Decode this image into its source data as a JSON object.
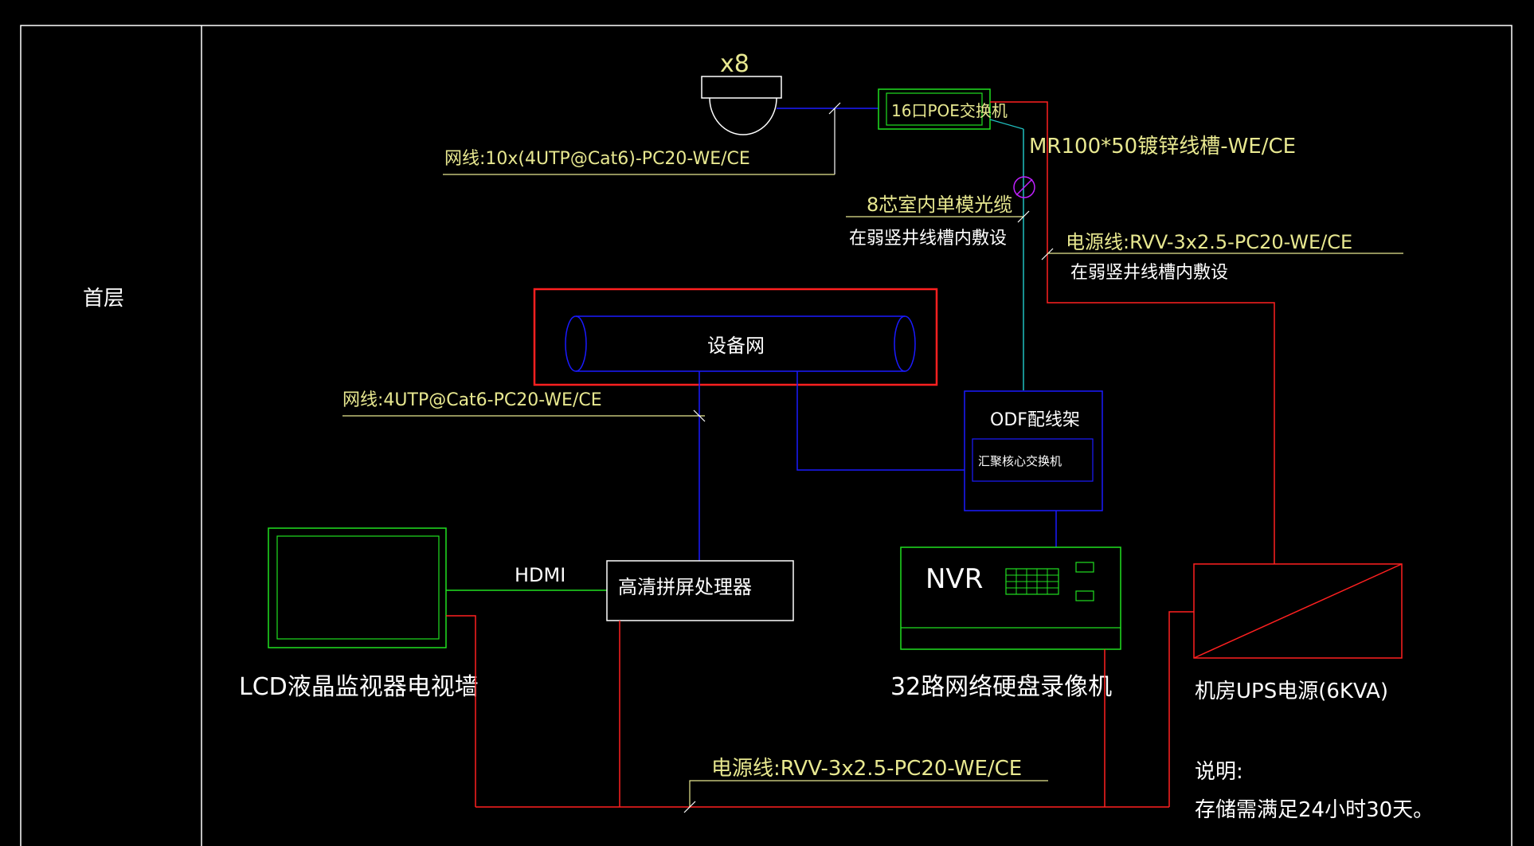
{
  "colors": {
    "background": "#000000",
    "frame": "#ffffff",
    "blue": "#1a1aff",
    "red": "#ff2020",
    "green": "#20e020",
    "cyan": "#20c0c0",
    "yellow": "#e8e890",
    "white": "#ffffff",
    "magenta": "#c020ff"
  },
  "floor_label": "首层",
  "camera": {
    "count": "x8",
    "icon": "dome-camera-icon"
  },
  "poe_switch": {
    "label": "16口POE交换机"
  },
  "cables": {
    "camera_network": "网线:10x(4UTP@Cat6)-PC20-WE/CE",
    "tray": "MR100*50镀锌线槽-WE/CE",
    "fiber": "8芯室内单模光缆",
    "fiber_note": "在弱竖井线槽内敷设",
    "power_top": "电源线:RVV-3x2.5-PC20-WE/CE",
    "power_top_note": "在弱竖井线槽内敷设",
    "device_network": "网线:4UTP@Cat6-PC20-WE/CE",
    "hdmi": "HDMI",
    "power_bottom": "电源线:RVV-3x2.5-PC20-WE/CE"
  },
  "equipment_network": {
    "label": "设备网"
  },
  "odf": {
    "label": "ODF配线架",
    "inner_label": "汇聚核心交换机"
  },
  "lcd_wall": {
    "label": "LCD液晶监视器电视墙"
  },
  "processor": {
    "label": "高清拼屏处理器"
  },
  "nvr": {
    "label": "NVR",
    "caption": "32路网络硬盘录像机"
  },
  "ups": {
    "label": "机房UPS电源(6KVA)"
  },
  "notes": {
    "title": "说明:",
    "text": "存储需满足24小时30天。"
  }
}
